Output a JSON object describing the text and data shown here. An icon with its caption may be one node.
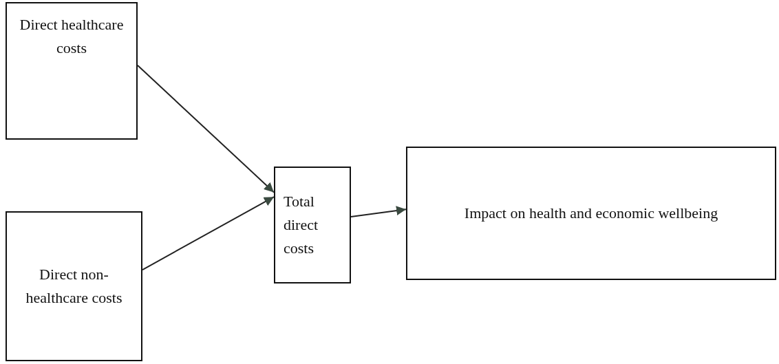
{
  "diagram": {
    "nodes": [
      {
        "text": [
          "Direct healthcare costs"
        ]
      },
      {
        "text": [
          "Direct non-healthcare costs"
        ]
      },
      {
        "text": [
          "Total direct costs"
        ]
      },
      {
        "text": [
          "Impact on health and economic wellbeing"
        ]
      }
    ],
    "edges": [
      {
        "from": 0,
        "to": 2,
        "arrow": "to"
      },
      {
        "from": 1,
        "to": 2,
        "arrow": "to"
      },
      {
        "from": 2,
        "to": 3,
        "arrow": "to"
      }
    ]
  }
}
